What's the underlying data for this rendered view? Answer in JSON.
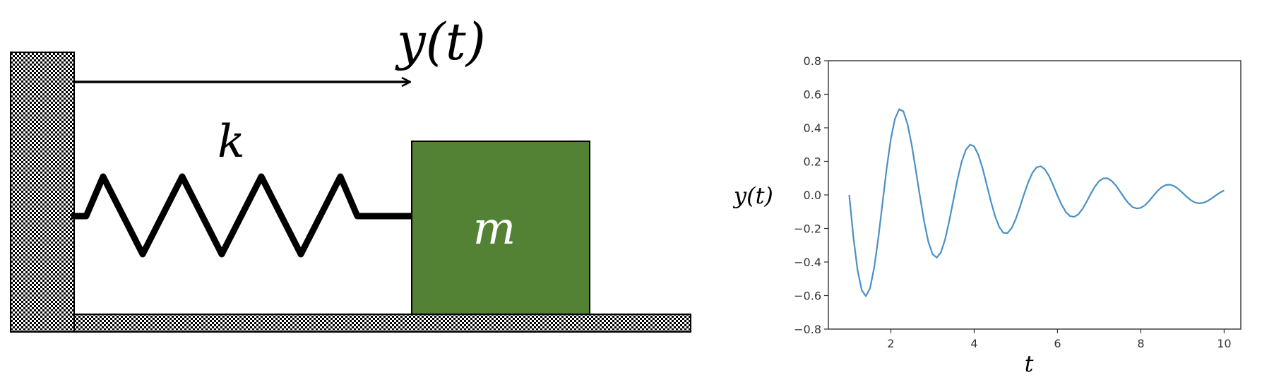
{
  "diagram": {
    "displacement_label": "y(t)",
    "spring_label": "k",
    "mass_label": "m",
    "colors": {
      "mass_fill": "#548235",
      "mass_text": "#ffffff",
      "hatch": "#000000",
      "spring": "#000000"
    }
  },
  "plot": {
    "ylabel": "y(t)",
    "xlabel": "t",
    "line_color": "#4a90c4"
  },
  "chart_data": {
    "type": "line",
    "title": "",
    "xlabel": "t",
    "ylabel": "y(t)",
    "xlim": [
      0.5,
      10.4
    ],
    "ylim": [
      -0.8,
      0.8
    ],
    "xticks": [
      2,
      4,
      6,
      8,
      10
    ],
    "yticks": [
      -0.8,
      -0.6,
      -0.4,
      -0.2,
      0.0,
      0.2,
      0.4,
      0.6,
      0.8
    ],
    "ytick_labels": [
      "−0.8",
      "−0.6",
      "−0.4",
      "−0.2",
      "0.0",
      "0.2",
      "0.4",
      "0.6",
      "0.8"
    ],
    "grid": false,
    "series": [
      {
        "color": "#4a90c4",
        "x": [
          1.0,
          1.1,
          1.2,
          1.3,
          1.4,
          1.5,
          1.6,
          1.7,
          1.8,
          1.9,
          2.0,
          2.1,
          2.2,
          2.3,
          2.4,
          2.5,
          2.6,
          2.7,
          2.8,
          2.9,
          3.0,
          3.1,
          3.2,
          3.3,
          3.4,
          3.5,
          3.6,
          3.7,
          3.8,
          3.9,
          4.0,
          4.1,
          4.2,
          4.3,
          4.4,
          4.5,
          4.6,
          4.7,
          4.8,
          4.9,
          5.0,
          5.1,
          5.2,
          5.3,
          5.4,
          5.5,
          5.6,
          5.7,
          5.8,
          5.9,
          6.0,
          6.1,
          6.2,
          6.3,
          6.4,
          6.5,
          6.6,
          6.7,
          6.8,
          6.9,
          7.0,
          7.1,
          7.2,
          7.3,
          7.4,
          7.5,
          7.6,
          7.7,
          7.8,
          7.9,
          8.0,
          8.1,
          8.2,
          8.3,
          8.4,
          8.5,
          8.6,
          8.7,
          8.8,
          8.9,
          9.0,
          9.1,
          9.2,
          9.3,
          9.4,
          9.5,
          9.6,
          9.7,
          9.8,
          9.9,
          10.0
        ],
        "y": [
          0.0,
          -0.251,
          -0.448,
          -0.568,
          -0.604,
          -0.556,
          -0.432,
          -0.254,
          -0.047,
          0.161,
          0.335,
          0.455,
          0.511,
          0.498,
          0.422,
          0.298,
          0.145,
          -0.013,
          -0.161,
          -0.28,
          -0.353,
          -0.374,
          -0.343,
          -0.266,
          -0.156,
          -0.031,
          0.094,
          0.199,
          0.269,
          0.3,
          0.289,
          0.239,
          0.159,
          0.061,
          -0.038,
          -0.126,
          -0.191,
          -0.226,
          -0.228,
          -0.197,
          -0.142,
          -0.07,
          0.007,
          0.078,
          0.133,
          0.165,
          0.171,
          0.152,
          0.111,
          0.056,
          -0.004,
          -0.059,
          -0.102,
          -0.126,
          -0.131,
          -0.116,
          -0.084,
          -0.04,
          0.007,
          0.05,
          0.082,
          0.099,
          0.099,
          0.084,
          0.057,
          0.021,
          -0.016,
          -0.049,
          -0.072,
          -0.081,
          -0.077,
          -0.061,
          -0.036,
          -0.006,
          0.023,
          0.046,
          0.059,
          0.061,
          0.053,
          0.036,
          0.013,
          -0.011,
          -0.031,
          -0.045,
          -0.05,
          -0.047,
          -0.037,
          -0.021,
          -0.003,
          0.014,
          0.027
        ]
      }
    ]
  }
}
